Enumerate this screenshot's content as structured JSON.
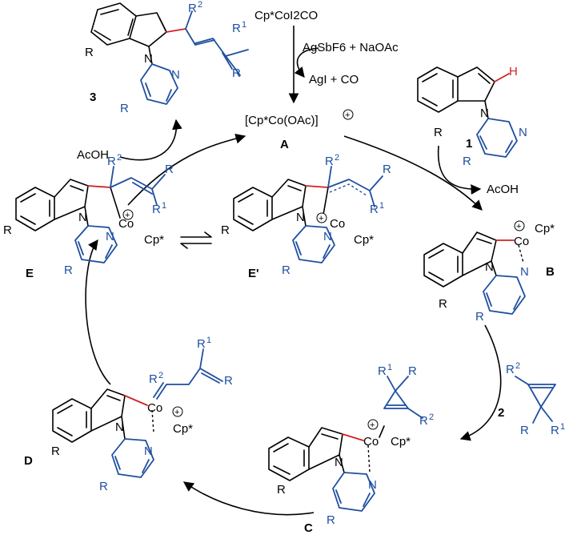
{
  "reagents": {
    "precursor": "Cp*CoI2CO",
    "additives": "AgSbF6 + NaOAc",
    "byproducts": "AgI + CO"
  },
  "catalyst": {
    "formula": "[Cp*Co(OAc)]",
    "label": "A"
  },
  "labels": {
    "compound1": "1",
    "compound2": "2",
    "compound3": "3",
    "B": "B",
    "C": "C",
    "D": "D",
    "E": "E",
    "E_prime": "E'"
  },
  "arrow_labels": {
    "acoh_in": "AcOH",
    "acoh_out": "AcOH"
  },
  "atoms": {
    "N": "N",
    "H": "H",
    "R": "R",
    "Co": "Co",
    "Cp": "Cp*",
    "plus": "+",
    "R1": "1",
    "R2": "2"
  }
}
